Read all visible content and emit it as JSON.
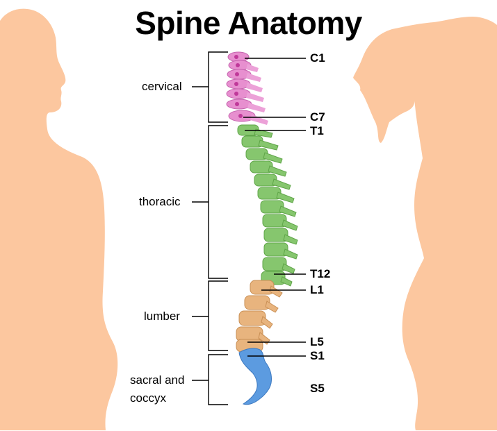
{
  "title": "Spine Anatomy",
  "regions": [
    {
      "key": "cervical",
      "label": "cervical",
      "color": "#e78fcf"
    },
    {
      "key": "thoracic",
      "label": "thoracic",
      "color": "#86c66e"
    },
    {
      "key": "lumbar",
      "label": "lumber",
      "color": "#e8b47e"
    },
    {
      "key": "sacral",
      "label_line1": "sacral and",
      "label_line2": "coccyx",
      "color": "#5c9be0"
    }
  ],
  "vertebrae_labels": {
    "c1": "C1",
    "c7": "C7",
    "t1": "T1",
    "t12": "T12",
    "l1": "L1",
    "l5": "L5",
    "s1": "S1",
    "s5": "S5"
  },
  "colors": {
    "silhouette": "#fcc79f",
    "bracket": "#000000"
  }
}
